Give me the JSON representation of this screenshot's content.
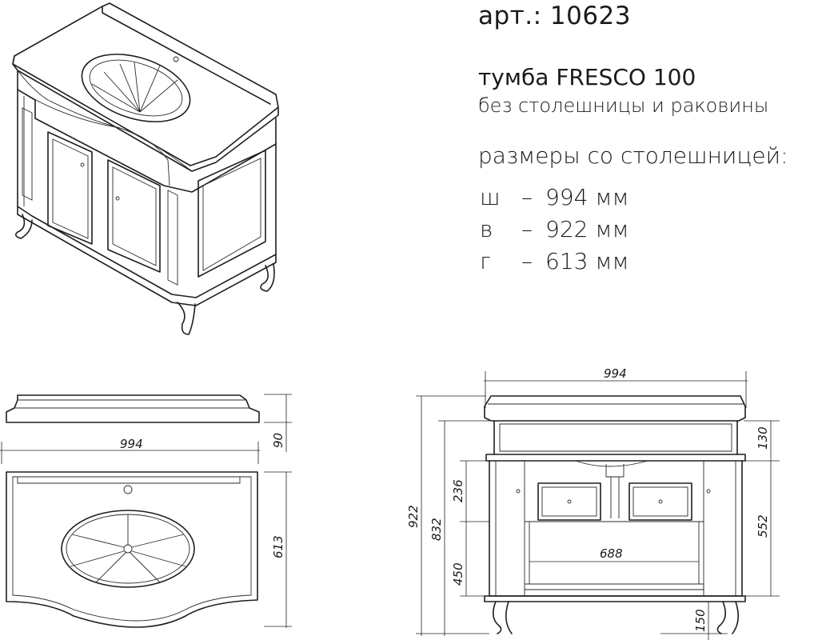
{
  "header": {
    "article": "арт.: 10623",
    "product_name": "тумба FRESCO 100",
    "subtitle": "без столешницы и раковины",
    "sizes_title": "размеры со столешницей:"
  },
  "dimensions_list": [
    {
      "letter": "ш",
      "dash": "–",
      "value": "994 мм"
    },
    {
      "letter": "в",
      "dash": "–",
      "value": "922 мм"
    },
    {
      "letter": "г",
      "dash": "–",
      "value": "613 мм"
    }
  ],
  "drawing_labels": {
    "top_width": "994",
    "top_thickness": "90",
    "top_depth": "613",
    "front_width": "994",
    "total_height": "922",
    "body_height": "832",
    "drawer_height": "236",
    "lower_height": "450",
    "top_section": "130",
    "side_height": "552",
    "inner_width": "688",
    "leg_height": "150"
  }
}
